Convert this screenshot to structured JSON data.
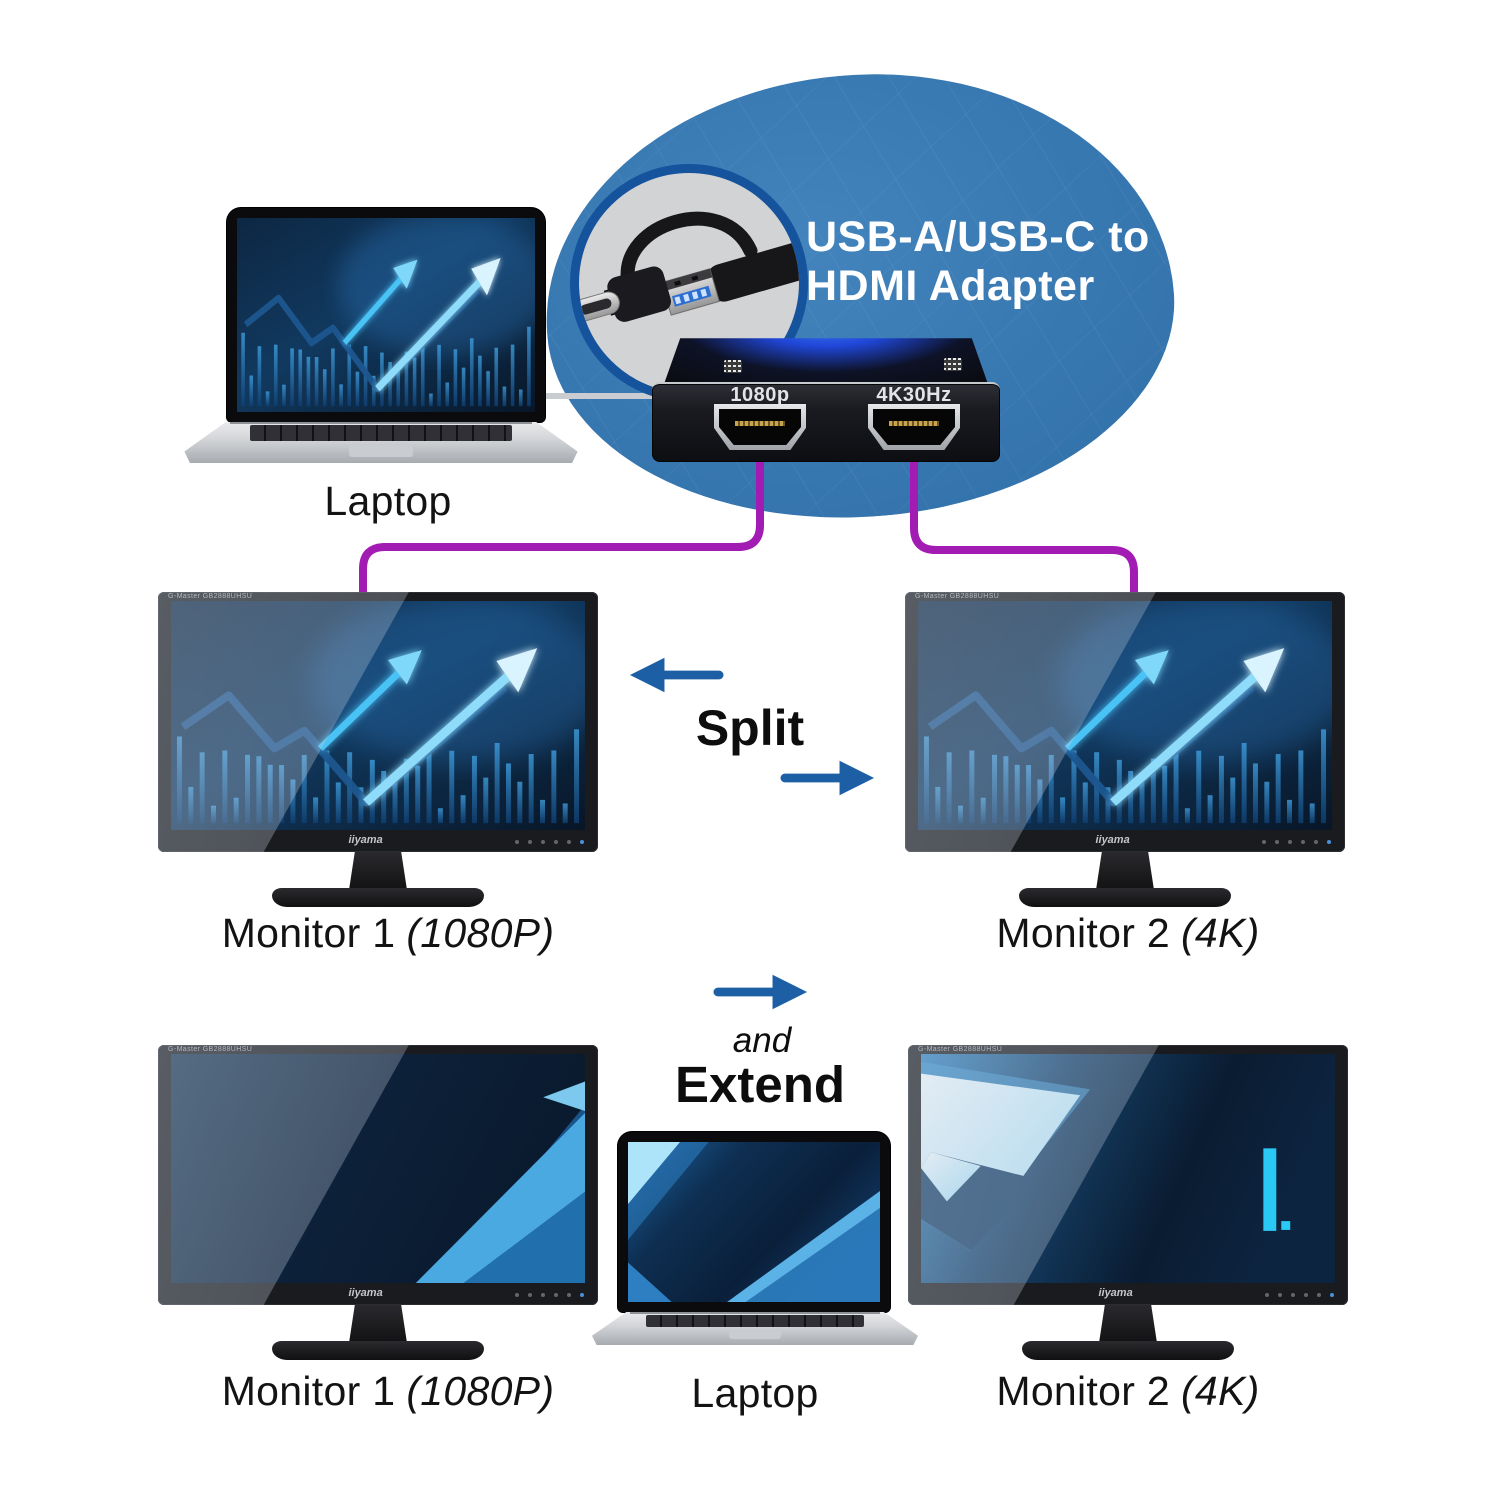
{
  "colors": {
    "ellipse_blue": "#3878b1",
    "ring_blue": "#15539c",
    "arrow_blue": "#1d5fa4",
    "cable_magenta": "#a21cb4",
    "label_black": "#111111",
    "headline_white": "#ffffff",
    "screen_cyan": "#35c4f0"
  },
  "top_section": {
    "laptop_label": "Laptop",
    "headline": {
      "line1": "USB-A/USB-C to",
      "line2": "HDMI Adapter"
    },
    "adapter": {
      "port1_label": "1080p",
      "port2_label": "4K30Hz"
    }
  },
  "split_section": {
    "title": "Split",
    "monitor1": {
      "name": "Monitor 1",
      "res": "(1080P)"
    },
    "monitor2": {
      "name": "Monitor 2",
      "res": "(4K)"
    }
  },
  "extend_section": {
    "conjunction": "and",
    "title": "Extend",
    "monitor1": {
      "name": "Monitor 1",
      "res": "(1080P)"
    },
    "laptop_label": "Laptop",
    "monitor2": {
      "name": "Monitor 2",
      "res": "(4K)"
    }
  },
  "monitor_bezel": {
    "brand_text": "G-Master GB2888UHSU",
    "logo": "iiyama"
  }
}
